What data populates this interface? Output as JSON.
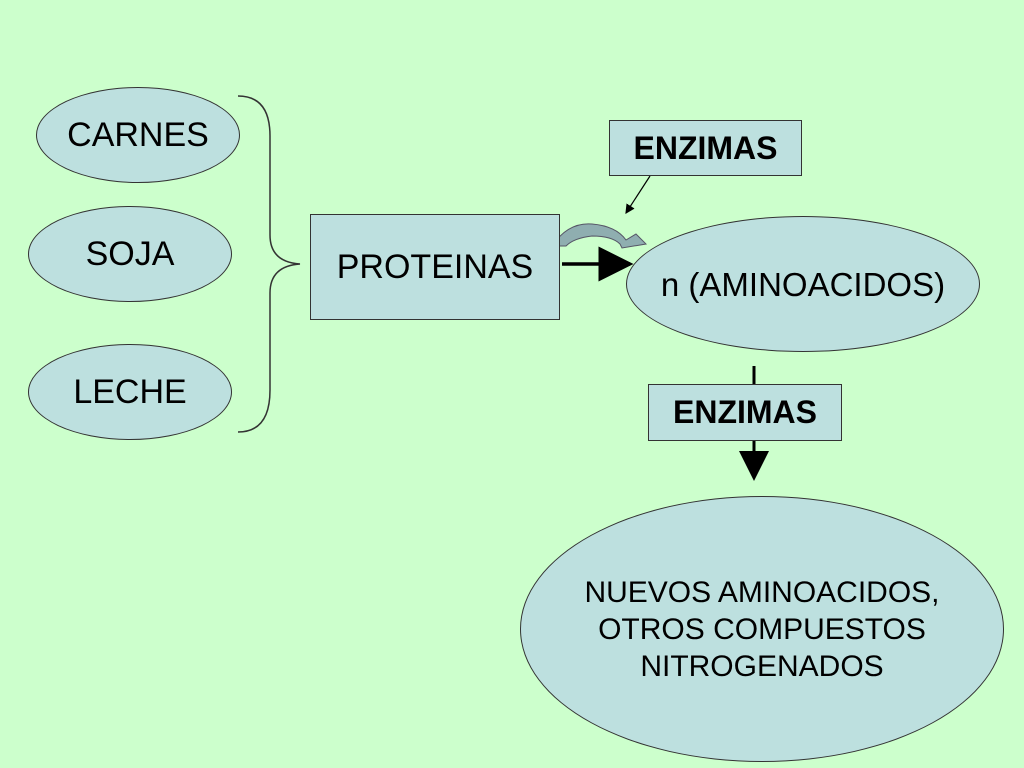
{
  "sources": [
    {
      "label": "CARNES"
    },
    {
      "label": "SOJA"
    },
    {
      "label": "LECHE"
    }
  ],
  "proteins": {
    "label": "PROTEINAS"
  },
  "enzyme_top": {
    "label": "ENZIMAS"
  },
  "amino_acids": {
    "label": "n (AMINOACIDOS)"
  },
  "enzyme_bottom": {
    "label": "ENZIMAS"
  },
  "products": {
    "lines": [
      "NUEVOS AMINOACIDOS,",
      "OTROS COMPUESTOS",
      "NITROGENADOS"
    ]
  },
  "colors": {
    "background": "#ccffcc",
    "node_fill": "#bde0df",
    "outline": "#333333",
    "curved_arrow": "#8faeb0"
  }
}
